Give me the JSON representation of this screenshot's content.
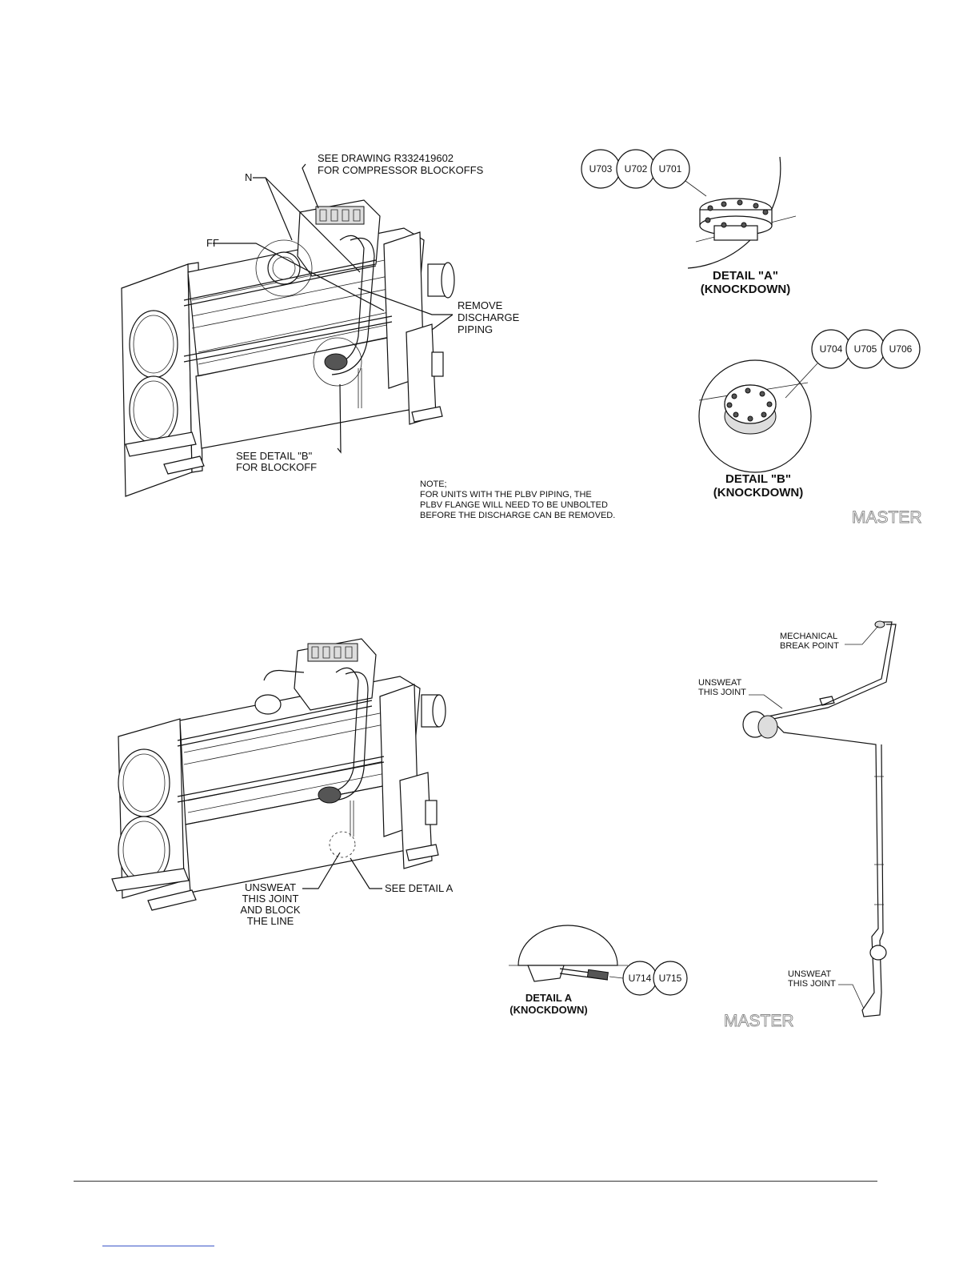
{
  "top_figure": {
    "callout_drawing": [
      "SEE DRAWING R332419602",
      "FOR COMPRESSOR BLOCKOFFS"
    ],
    "cut_label_1": "N",
    "cut_label_2": "FF",
    "callout_remove": [
      "REMOVE",
      "DISCHARGE",
      "PIPING"
    ],
    "callout_detail_b": [
      "SEE DETAIL \"B\"",
      "FOR BLOCKOFF"
    ],
    "note": [
      "NOTE;",
      "FOR UNITS WITH THE PLBV PIPING, THE",
      "PLBV FLANGE WILL NEED TO BE UNBOLTED",
      "BEFORE THE DISCHARGE CAN BE REMOVED."
    ],
    "detail_a": {
      "title": "DETAIL \"A\"",
      "subtitle": "(KNOCKDOWN)",
      "bubbles": [
        "U703",
        "U702",
        "U701"
      ]
    },
    "detail_b": {
      "title": "DETAIL \"B\"",
      "subtitle": "(KNOCKDOWN)",
      "bubbles": [
        "U704",
        "U705",
        "U706"
      ]
    },
    "stamp": "MASTER"
  },
  "bottom_figure": {
    "callout_unsweat_block": [
      "UNSWEAT",
      "THIS JOINT",
      "AND BLOCK",
      "THE LINE"
    ],
    "callout_detail_a": "SEE DETAIL A",
    "detail_a": {
      "title": "DETAIL A",
      "subtitle": "(KNOCKDOWN)",
      "bubbles": [
        "U714",
        "U715"
      ]
    },
    "callout_mech_break": [
      "MECHANICAL",
      "BREAK POINT"
    ],
    "callout_unsweat_top": [
      "UNSWEAT",
      "THIS JOINT"
    ],
    "callout_unsweat_bottom": [
      "UNSWEAT",
      "THIS JOINT"
    ],
    "stamp": "MASTER"
  },
  "colors": {
    "line": "#111111",
    "stamp": "#888888",
    "link": "#3b56c8"
  }
}
